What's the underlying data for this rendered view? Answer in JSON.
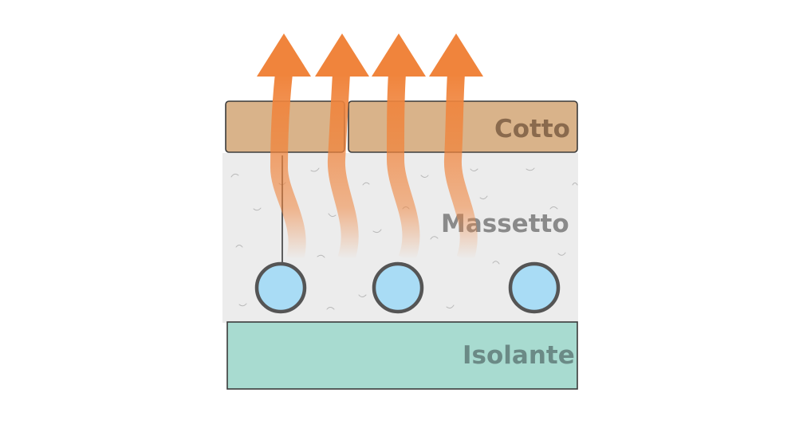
{
  "layers": {
    "tile": {
      "label": "Cotto",
      "fill": "#d9b38a",
      "text_color": "#8a6a4d"
    },
    "screed": {
      "label": "Massetto",
      "fill": "#ececec",
      "text_color": "#8a8a8a"
    },
    "insulation": {
      "label": "Isolante",
      "fill": "#a8dbd0",
      "text_color": "#6b8a86"
    }
  },
  "pipes": {
    "fill": "#a9dcf5",
    "stroke": "#555555",
    "count": 3
  },
  "heat_arrows": {
    "color": "#f0843c",
    "count": 4
  }
}
